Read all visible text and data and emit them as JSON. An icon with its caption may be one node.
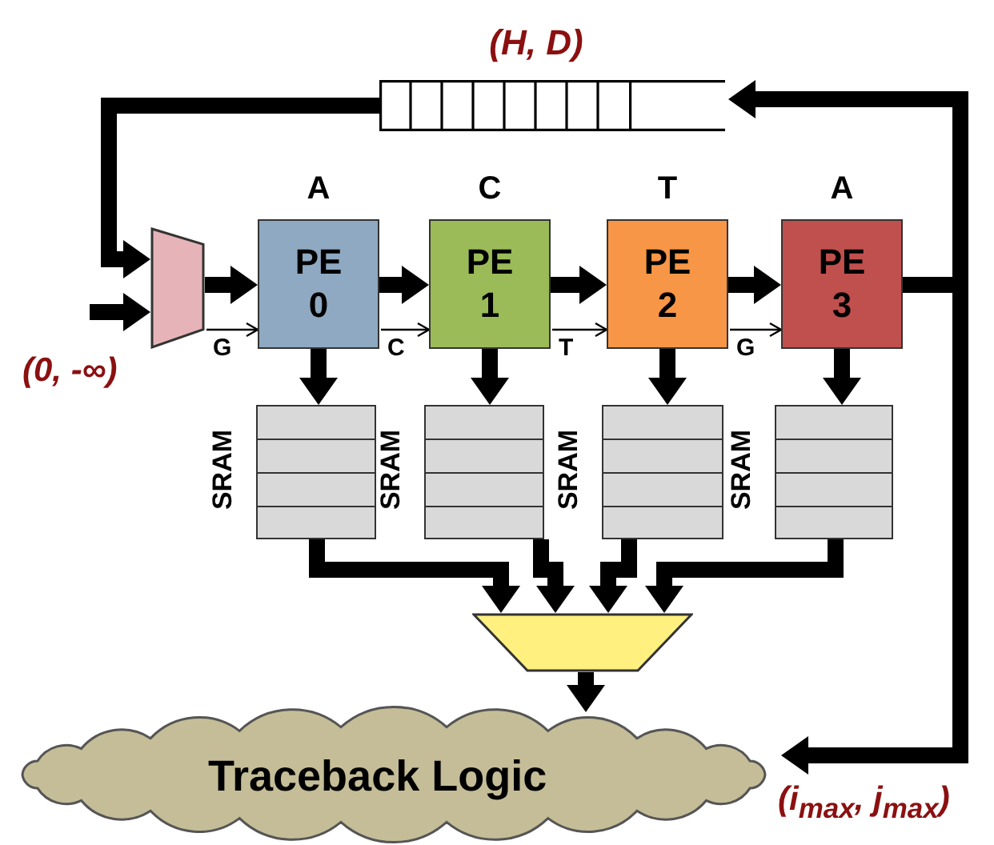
{
  "diagram": {
    "nodes": [
      {
        "text": [],
        "shape": "box",
        "beside": [
          "(H, D)"
        ]
      },
      {
        "text": [],
        "shape": "trapezoid"
      },
      {
        "text": [
          "PE 0"
        ],
        "beside": [
          "A"
        ]
      },
      {
        "text": [
          "PE 1"
        ],
        "beside": [
          "C"
        ]
      },
      {
        "text": [
          "PE 2"
        ],
        "beside": [
          "T"
        ]
      },
      {
        "text": [
          "PE 3"
        ],
        "beside": [
          "A"
        ]
      },
      {
        "text": [
          "SRAM"
        ]
      },
      {
        "text": [
          "SRAM"
        ]
      },
      {
        "text": [
          "SRAM"
        ]
      },
      {
        "text": [
          "SRAM"
        ]
      },
      {
        "text": [],
        "shape": "trapezoid"
      },
      {
        "text": [
          "Traceback Logic"
        ]
      }
    ],
    "edges": [
      {
        "from": 0,
        "to": 1,
        "arrow": "to"
      },
      {
        "from": null,
        "to": 1,
        "arrow": "to"
      },
      {
        "from": 1,
        "to": 2,
        "arrow": "to"
      },
      {
        "from": 2,
        "to": 3,
        "arrow": "to"
      },
      {
        "from": 3,
        "to": 4,
        "arrow": "to"
      },
      {
        "from": 4,
        "to": 5,
        "arrow": "to"
      },
      {
        "from": 2,
        "to": 6,
        "arrow": "to"
      },
      {
        "from": 3,
        "to": 7,
        "arrow": "to"
      },
      {
        "from": 4,
        "to": 8,
        "arrow": "to"
      },
      {
        "from": 5,
        "to": 9,
        "arrow": "to"
      },
      {
        "from": 6,
        "to": 10,
        "arrow": "to"
      },
      {
        "from": 7,
        "to": 10,
        "arrow": "to"
      },
      {
        "from": 8,
        "to": 10,
        "arrow": "to"
      },
      {
        "from": 9,
        "to": 10,
        "arrow": "to"
      },
      {
        "from": 10,
        "to": 11,
        "arrow": "to"
      },
      {
        "from": 5,
        "to": 0,
        "arrow": "to"
      },
      {
        "from": 5,
        "to": 11,
        "arrow": "to",
        "label": "(i$_{max}$, j$_{max}$)"
      },
      {
        "from": 1,
        "to": 2,
        "arrow": "to",
        "label": "G"
      },
      {
        "from": 2,
        "to": 3,
        "arrow": "to",
        "label": "C"
      },
      {
        "from": 3,
        "to": 4,
        "arrow": "to",
        "label": "T"
      },
      {
        "from": 4,
        "to": 5,
        "arrow": "to",
        "label": "G"
      }
    ],
    "labels": [
      "(0, -∞)"
    ]
  }
}
